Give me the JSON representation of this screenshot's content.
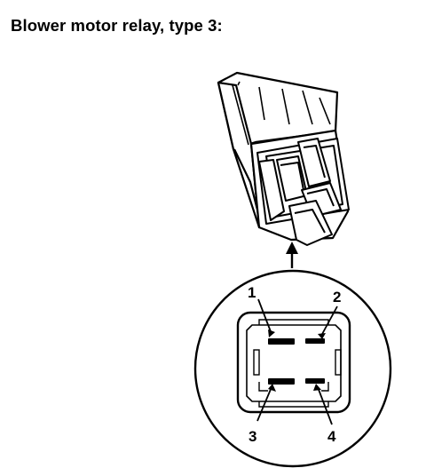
{
  "title": "Blower motor relay, type 3:",
  "terminals": [
    {
      "number": "1"
    },
    {
      "number": "2"
    },
    {
      "number": "3"
    },
    {
      "number": "4"
    }
  ]
}
